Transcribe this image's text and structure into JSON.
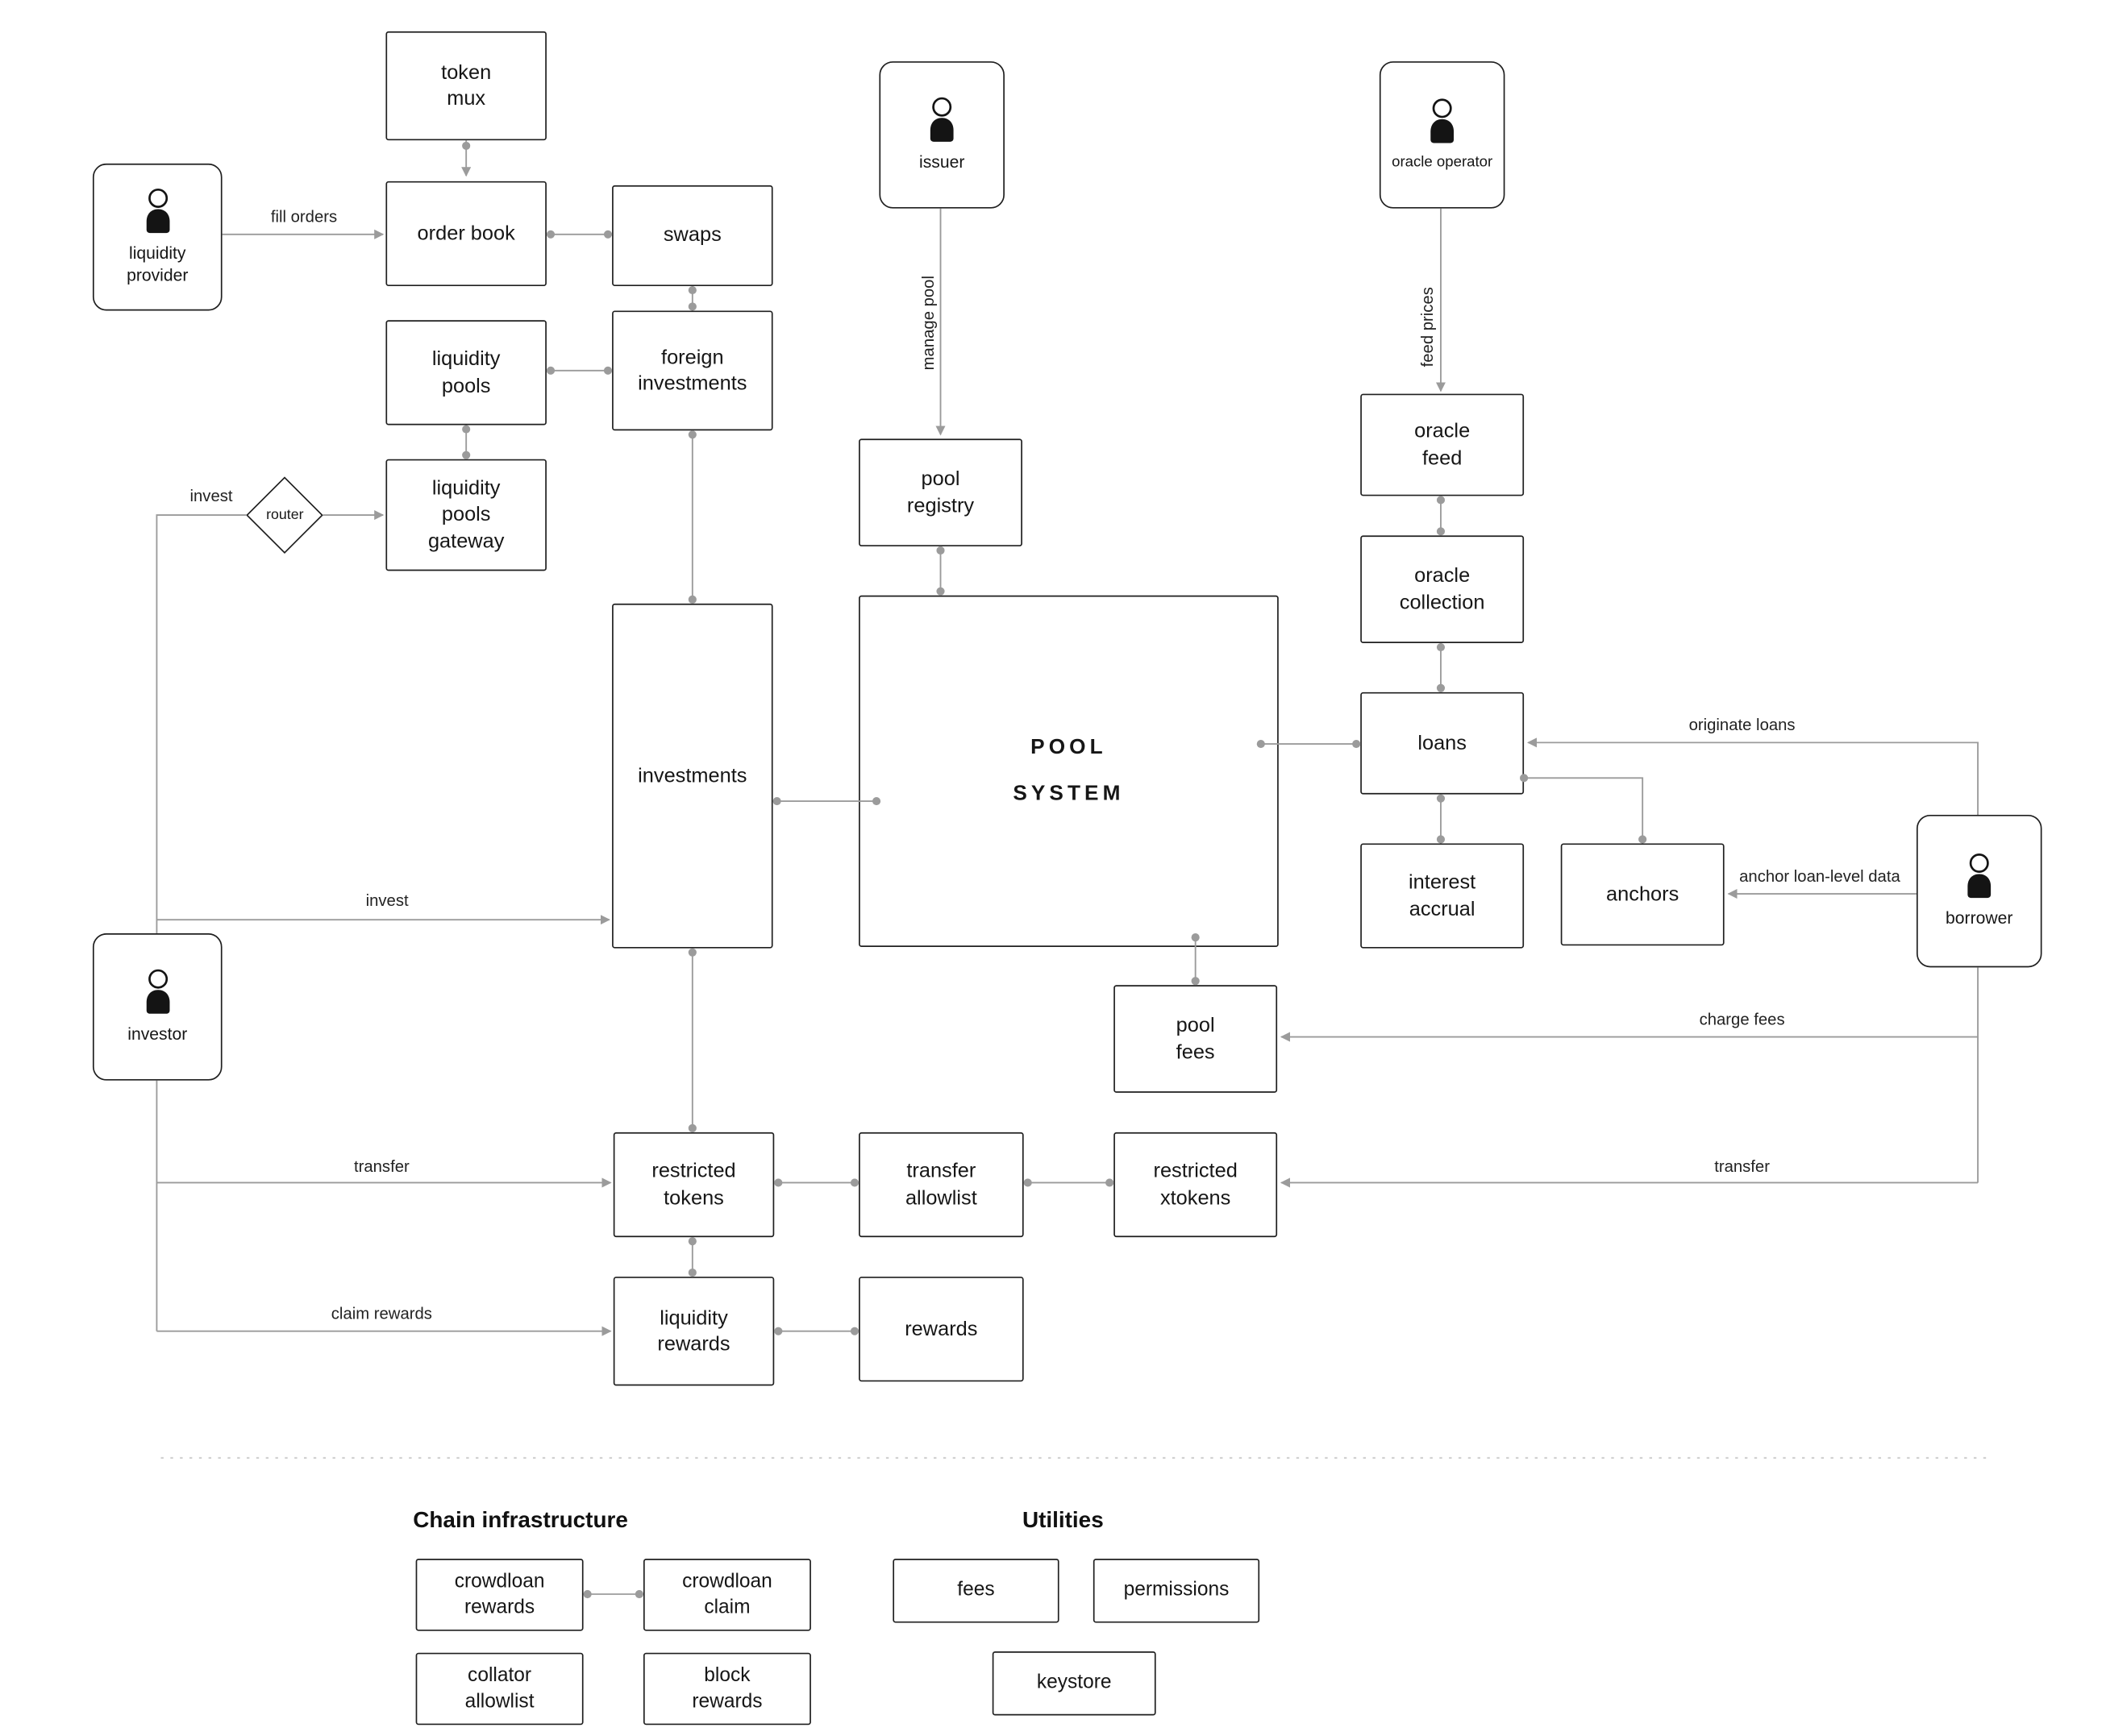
{
  "colors": {
    "line": "#9b9b9b",
    "border": "#1f1f1f",
    "text": "#161616",
    "background": "#ffffff"
  },
  "nodes": {
    "token_mux": {
      "label": "token\nmux"
    },
    "order_book": {
      "label": "order book"
    },
    "swaps": {
      "label": "swaps"
    },
    "liquidity_pools": {
      "label": "liquidity\npools"
    },
    "foreign_investments": {
      "label": "foreign\ninvestments"
    },
    "router": {
      "label": "router"
    },
    "liquidity_pools_gateway": {
      "label": "liquidity\npools\ngateway"
    },
    "investments": {
      "label": "investments"
    },
    "pool_registry": {
      "label": "pool\nregistry"
    },
    "pool_system": {
      "label": "POOL\nSYSTEM"
    },
    "oracle_feed": {
      "label": "oracle\nfeed"
    },
    "oracle_collection": {
      "label": "oracle\ncollection"
    },
    "loans": {
      "label": "loans"
    },
    "interest_accrual": {
      "label": "interest\naccrual"
    },
    "anchors": {
      "label": "anchors"
    },
    "pool_fees": {
      "label": "pool\nfees"
    },
    "restricted_tokens": {
      "label": "restricted\ntokens"
    },
    "transfer_allowlist": {
      "label": "transfer\nallowlist"
    },
    "restricted_xtokens": {
      "label": "restricted\nxtokens"
    },
    "liquidity_rewards": {
      "label": "liquidity\nrewards"
    },
    "rewards": {
      "label": "rewards"
    }
  },
  "actors": {
    "liquidity_provider": {
      "label": "liquidity\nprovider"
    },
    "issuer": {
      "label": "issuer"
    },
    "oracle_operator": {
      "label": "oracle operator"
    },
    "investor": {
      "label": "investor"
    },
    "borrower": {
      "label": "borrower"
    }
  },
  "edges": {
    "fill_orders": {
      "label": "fill orders"
    },
    "manage_pool": {
      "label": "manage pool"
    },
    "feed_prices": {
      "label": "feed prices"
    },
    "invest_router": {
      "label": "invest"
    },
    "invest": {
      "label": "invest"
    },
    "transfer_investor": {
      "label": "transfer"
    },
    "claim_rewards": {
      "label": "claim rewards"
    },
    "originate_loans": {
      "label": "originate loans"
    },
    "anchor_loan_level_data": {
      "label": "anchor loan-level data"
    },
    "charge_fees": {
      "label": "charge fees"
    },
    "transfer_borrower": {
      "label": "transfer"
    }
  },
  "sections": {
    "chain_infrastructure": {
      "title": "Chain infrastructure",
      "nodes": {
        "crowdloan_rewards": {
          "label": "crowdloan\nrewards"
        },
        "crowdloan_claim": {
          "label": "crowdloan\nclaim"
        },
        "collator_allowlist": {
          "label": "collator\nallowlist"
        },
        "block_rewards": {
          "label": "block\nrewards"
        }
      }
    },
    "utilities": {
      "title": "Utilities",
      "nodes": {
        "fees": {
          "label": "fees"
        },
        "permissions": {
          "label": "permissions"
        },
        "keystore": {
          "label": "keystore"
        }
      }
    }
  }
}
